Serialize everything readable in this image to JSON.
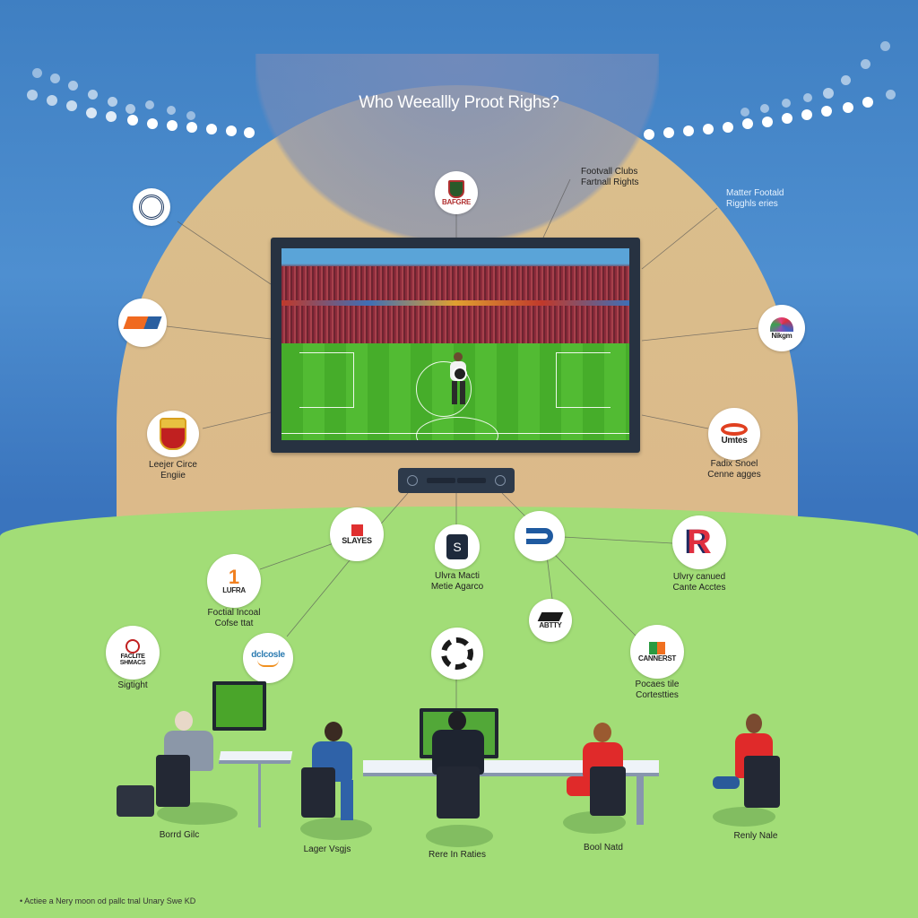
{
  "title": "Who Weeallly Proot Righs?",
  "colors": {
    "sky": "#3f7fc2",
    "arch": "#d9bf8c",
    "ground": "#a2dd77",
    "tv_frame": "#273241",
    "pitch": "#4cb52e"
  },
  "top_nodes": [
    {
      "id": "crest-left",
      "label": "",
      "icon": "round-crest-icon"
    },
    {
      "id": "top-club",
      "label": "",
      "icon": "club-crest-icon",
      "badge_text": "BAFGRE"
    },
    {
      "id": "orange-logo",
      "label": "",
      "icon": "orange-s-logo-icon"
    },
    {
      "id": "peacock",
      "label": "",
      "icon": "peacock-logo-icon",
      "badge_text": "Nikgm"
    },
    {
      "id": "league-crest",
      "label_lines": [
        "Leejer Circe",
        "Engiie"
      ],
      "icon": "shield-crest-icon"
    },
    {
      "id": "unites",
      "label_lines": [
        "Fadix Snoel",
        "Cenne agges"
      ],
      "icon": "eye-logo-icon",
      "badge_text": "Umtes"
    }
  ],
  "annotations": {
    "clubs": [
      "Footvall Clubs",
      "Fartnall Rights"
    ],
    "matter": [
      "Matter Footald",
      "Rigghls eries"
    ]
  },
  "tv": {
    "content": "stadium-match-broadcast",
    "set_top_box": "set-top-box"
  },
  "ground_nodes": [
    {
      "id": "slayes",
      "badge_text": "SLAYES",
      "icon": "red-square-logo-icon",
      "label_lines": []
    },
    {
      "id": "media-agency",
      "badge_text": "S",
      "icon": "s-badge-icon",
      "label_lines": [
        "Ulvra Macti",
        "Metie Agarco"
      ]
    },
    {
      "id": "blue-p",
      "badge_text": "",
      "icon": "blue-p-logo-icon",
      "label_lines": []
    },
    {
      "id": "r-logo",
      "badge_text": "R",
      "icon": "r-logo-icon",
      "label_lines": [
        "Ulvry canued",
        "Cante Acctes"
      ]
    },
    {
      "id": "lufra",
      "badge_text": "LUFRA",
      "number": "1",
      "icon": "number-one-logo-icon",
      "label_lines": [
        "Foctial Incoal",
        "Cofse ttat"
      ]
    },
    {
      "id": "abtty",
      "badge_text": "ABTTY",
      "icon": "abtty-logo-icon",
      "label_lines": []
    },
    {
      "id": "faclite",
      "badge_text": "FACLITE SHMACS",
      "icon": "faclite-logo-icon",
      "label_lines": [
        "Sigtight"
      ]
    },
    {
      "id": "dclcusle",
      "badge_text": "dclcosle",
      "icon": "smile-arrow-logo-icon",
      "label_lines": []
    },
    {
      "id": "football",
      "badge_text": "",
      "icon": "football-icon",
      "label_lines": []
    },
    {
      "id": "cannerst",
      "badge_text": "CANNERST",
      "icon": "flag-logo-icon",
      "label_lines": [
        "Pocaes tile",
        "Cortestties"
      ]
    }
  ],
  "people": [
    {
      "id": "p1",
      "label": "Borrd Gilc"
    },
    {
      "id": "p2",
      "label": "Lager Vsgjs"
    },
    {
      "id": "p3",
      "label": "Rere In Raties"
    },
    {
      "id": "p4",
      "label": "Bool Natd"
    },
    {
      "id": "p5",
      "label": "Renly Nale"
    }
  ],
  "footnote": "• Actiee a Nery moon od pallc tnal Unary Swe KD"
}
